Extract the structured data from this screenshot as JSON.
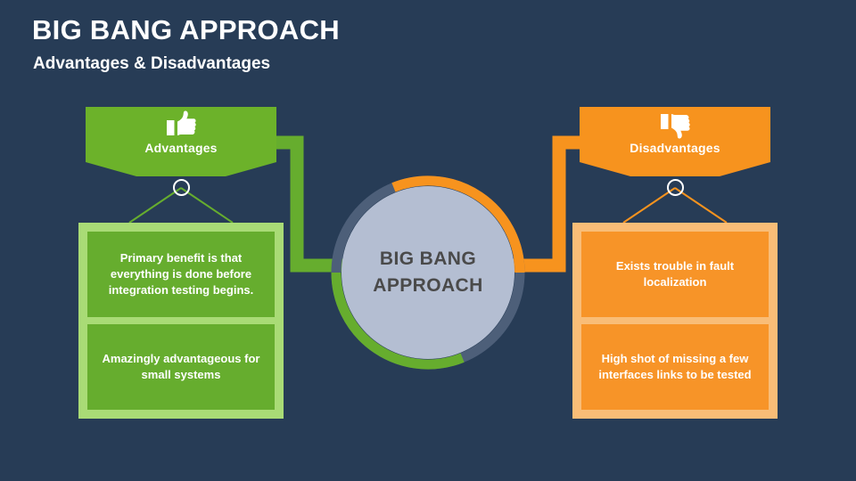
{
  "header": {
    "title": "BIG BANG APPROACH",
    "subtitle": "Advantages & Disadvantages"
  },
  "center": {
    "line1": "BIG BANG",
    "line2": "APPROACH",
    "fill_color": "#b4bed2",
    "ring_orange": "#f7931e",
    "ring_green": "#66ad2e",
    "ring_slate": "#4d5f79"
  },
  "advantages": {
    "banner_label": "Advantages",
    "icon": "thumbs-up-icon",
    "banner_color": "#6cb22a",
    "panel_color": "#a9db76",
    "card_color": "#66ad2e",
    "connector_color": "#66ad2e",
    "cards": [
      {
        "text": "Primary benefit is that everything is done before integration testing begins."
      },
      {
        "text": "Amazingly advantageous for small systems"
      }
    ]
  },
  "disadvantages": {
    "banner_label": "Disadvantages",
    "icon": "thumbs-down-icon",
    "banner_color": "#f7931e",
    "panel_color": "#f9bd77",
    "card_color": "#f79428",
    "connector_color": "#f7931e",
    "cards": [
      {
        "text": "Exists trouble in fault localization"
      },
      {
        "text": "High shot of missing a few interfaces links to be tested"
      }
    ]
  },
  "background_color": "#273c56"
}
